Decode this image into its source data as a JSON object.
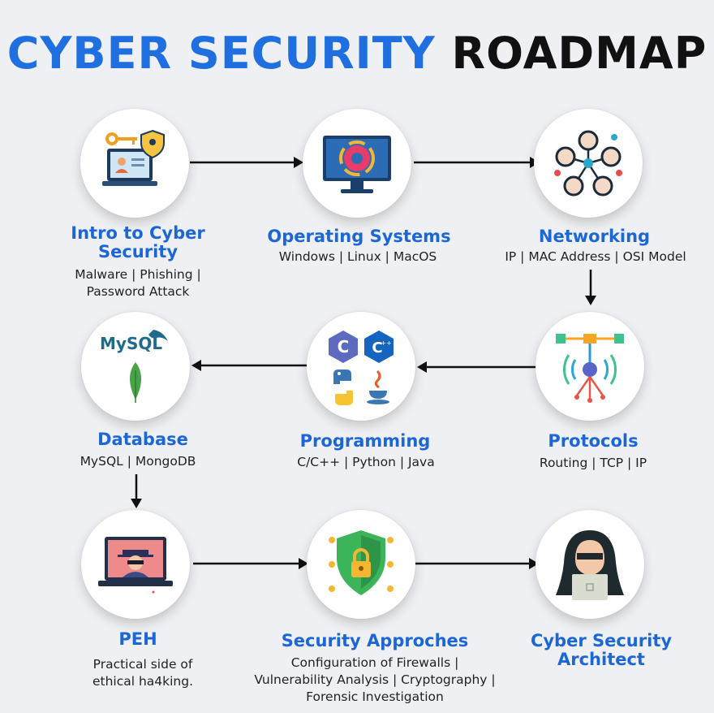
{
  "title": {
    "part1": "CYBER SECURITY",
    "part2": "ROADMAP"
  },
  "colors": {
    "accent_blue": "#1f6fe0",
    "text_dark": "#111111"
  },
  "steps": [
    {
      "label": "Intro to Cyber Security",
      "desc_lines": [
        "Malware | Phishing |",
        "Password Attack"
      ],
      "icon": "laptop-key-shield-icon"
    },
    {
      "label": "Operating Systems",
      "desc_lines": [
        "Windows | Linux | MacOS"
      ],
      "icon": "monitor-gear-icon"
    },
    {
      "label": "Networking",
      "desc_lines": [
        "IP | MAC Address | OSI Model"
      ],
      "icon": "network-people-icon"
    },
    {
      "label": "Protocols",
      "desc_lines": [
        "Routing | TCP | IP"
      ],
      "icon": "protocol-tree-icon"
    },
    {
      "label": "Programming",
      "desc_lines": [
        "C/C++ | Python | Java"
      ],
      "icon": "programming-languages-icon"
    },
    {
      "label": "Database",
      "desc_lines": [
        "MySQL | MongoDB"
      ],
      "icon": "database-logos-icon",
      "logo_text": "MySQL"
    },
    {
      "label": "PEH",
      "desc_lines": [
        "Practical side of",
        "ethical ha4king."
      ],
      "icon": "hacker-laptop-icon"
    },
    {
      "label": "Security Approches",
      "desc_lines": [
        "Configuration of Firewalls |",
        "Vulnerability Analysis | Cryptography |",
        "Forensic Investigation"
      ],
      "icon": "shield-lock-icon"
    },
    {
      "label": "Cyber Security Architect",
      "desc_lines": [],
      "icon": "hooded-hacker-icon"
    }
  ]
}
